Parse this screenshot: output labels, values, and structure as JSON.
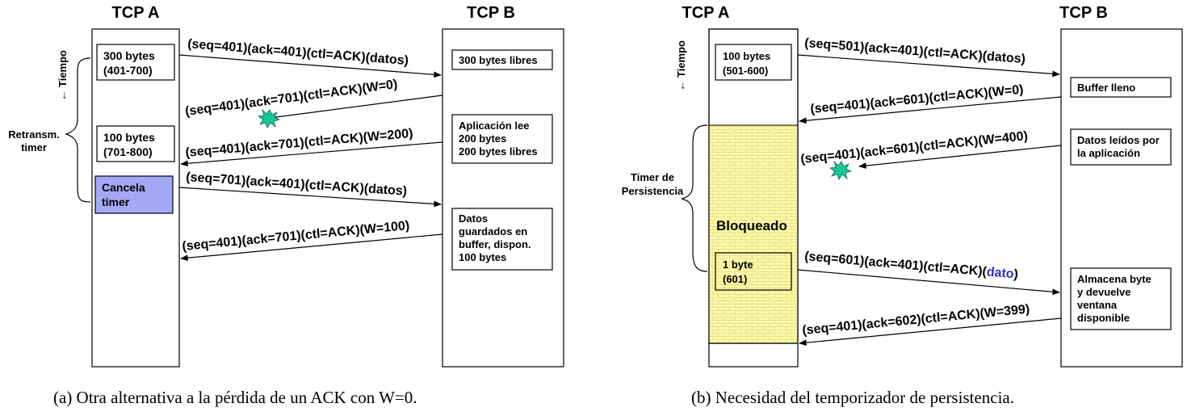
{
  "a": {
    "tcp_a": "TCP A",
    "tcp_b": "TCP B",
    "tiempo": "← Tiempo",
    "retrans1": "Retransm.",
    "retrans2": "timer",
    "boxA1": [
      "300 bytes",
      "(401-700)"
    ],
    "boxA2": [
      "100 bytes",
      "(701-800)"
    ],
    "boxA3": [
      "Cancela",
      "timer"
    ],
    "boxB1": [
      "300 bytes libres"
    ],
    "boxB2": [
      "Aplicación lee",
      "200 bytes",
      "200 bytes libres"
    ],
    "boxB3": [
      "Datos",
      "guardados en",
      "buffer, dispon.",
      "100 bytes"
    ],
    "msgs": [
      "(seq=401)(ack=401)(ctl=ACK)(datos)",
      "(seq=401)(ack=701)(ctl=ACK)(W=0)",
      "(seq=401)(ack=701)(ctl=ACK)(W=200)",
      "(seq=701)(ack=401)(ctl=ACK)(datos)",
      "(seq=401)(ack=701)(ctl=ACK)(W=100)"
    ],
    "caption": "(a)  Otra alternativa a la pérdida de un ACK con W=0."
  },
  "b": {
    "tcp_a": "TCP A",
    "tcp_b": "TCP B",
    "tiempo": "← Tiempo",
    "timer1": "Timer de",
    "timer2": "Persistencia",
    "bloqueado": "Bloqueado",
    "boxA1": [
      "100 bytes",
      "(501-600)"
    ],
    "boxA2": [
      "1 byte",
      "(601)"
    ],
    "boxB1": [
      "Buffer lleno"
    ],
    "boxB2": [
      "Datos leídos por",
      "la aplicación"
    ],
    "boxB3": [
      "Almacena byte",
      "y devuelve",
      "ventana",
      "disponible"
    ],
    "msgs": [
      "(seq=501)(ack=401)(ctl=ACK)(datos)",
      "(seq=401)(ack=601)(ctl=ACK)(W=0)",
      "(seq=401)(ack=601)(ctl=ACK)(W=400)",
      "(seq=401)(ack=602)(ctl=ACK)(W=399)"
    ],
    "msg4_prefix": "(seq=601)(ack=401)(ctl=ACK)(",
    "msg4_dato": "dato",
    "msg4_suffix": ")",
    "caption": "(b)  Necesidad del temporizador de persistencia."
  },
  "colors": {
    "cancel_fill": "#a3a9f5",
    "blocked_fill": "#fbf8a8",
    "blocked_line": "#e3db7c",
    "loss_star": "#18c49a",
    "dato_color": "#3030c0"
  }
}
